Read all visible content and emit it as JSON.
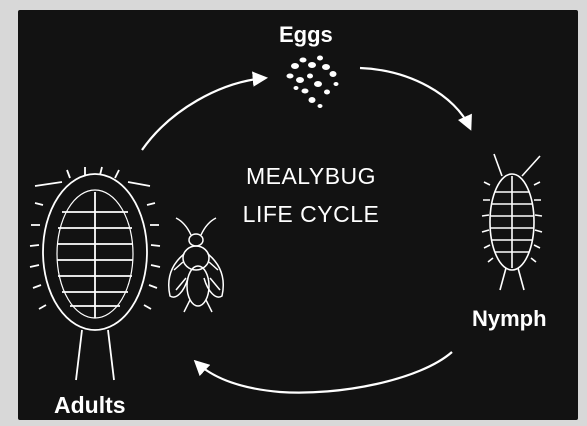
{
  "diagram": {
    "title_line1": "MEALYBUG",
    "title_line2": "LIFE CYCLE",
    "stages": {
      "eggs": "Eggs",
      "nymph": "Nymph",
      "adults": "Adults"
    }
  },
  "colors": {
    "background": "#121212",
    "foreground": "#ffffff"
  },
  "icons": [
    "eggs-cluster-icon",
    "nymph-icon",
    "adult-female-icon",
    "adult-male-icon",
    "cycle-arrow-icon"
  ]
}
